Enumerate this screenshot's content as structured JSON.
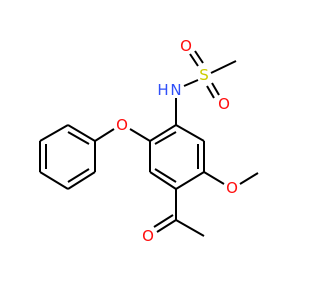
{
  "molecule": {
    "atoms": {
      "sulfonyl_o_left": {
        "label": "O",
        "color": "#ff0d0d"
      },
      "sulfonyl_s": {
        "label": "S",
        "color": "#cccc00"
      },
      "sulfonyl_o_right": {
        "label": "O",
        "color": "#ff0d0d"
      },
      "amide_n": {
        "label": "N",
        "color": "#3050f8"
      },
      "amide_h": {
        "label": "H",
        "color": "#3050f8"
      },
      "ether_o": {
        "label": "O",
        "color": "#ff0d0d"
      },
      "methoxy_o": {
        "label": "O",
        "color": "#ff0d0d"
      },
      "carbonyl_o": {
        "label": "O",
        "color": "#ff0d0d"
      }
    },
    "bond_color": "#000000"
  }
}
